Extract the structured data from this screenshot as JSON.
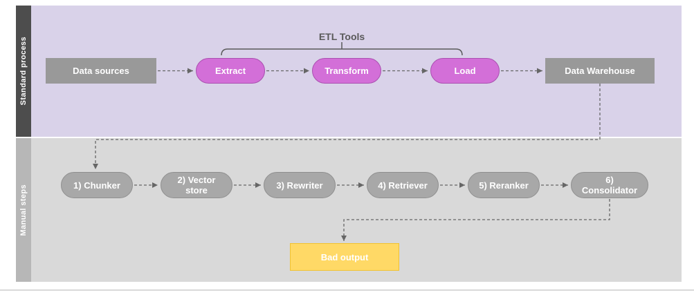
{
  "diagram": {
    "lanes": [
      {
        "label": "Standard process"
      },
      {
        "label": "Manual steps"
      }
    ],
    "etl_bracket_label": "ETL Tools",
    "standard": {
      "nodes": [
        {
          "label": "Data sources"
        },
        {
          "label": "Extract"
        },
        {
          "label": "Transform"
        },
        {
          "label": "Load"
        },
        {
          "label": "Data Warehouse"
        }
      ]
    },
    "manual": {
      "nodes": [
        {
          "label": "1) Chunker"
        },
        {
          "label": "2) Vector store"
        },
        {
          "label": "3) Rewriter"
        },
        {
          "label": "4) Retriever"
        },
        {
          "label": "5) Reranker"
        },
        {
          "label": "6) Consolidator"
        }
      ],
      "output": {
        "label": "Bad output"
      }
    },
    "colors": {
      "lane_standard_bg": "#d9d2e9",
      "lane_standard_sidebar": "#4d4d4d",
      "lane_manual_bg": "#d9d9d9",
      "lane_manual_sidebar": "#b7b7b7",
      "gray_rect_fill": "#999999",
      "gray_pill_fill": "#a8a8a8",
      "purple_fill": "#d36fd8",
      "purple_border": "#aa4fb0",
      "yellow_fill": "#ffd966",
      "yellow_border": "#f1c232",
      "connector": "#666666",
      "bracket": "#595959"
    }
  }
}
